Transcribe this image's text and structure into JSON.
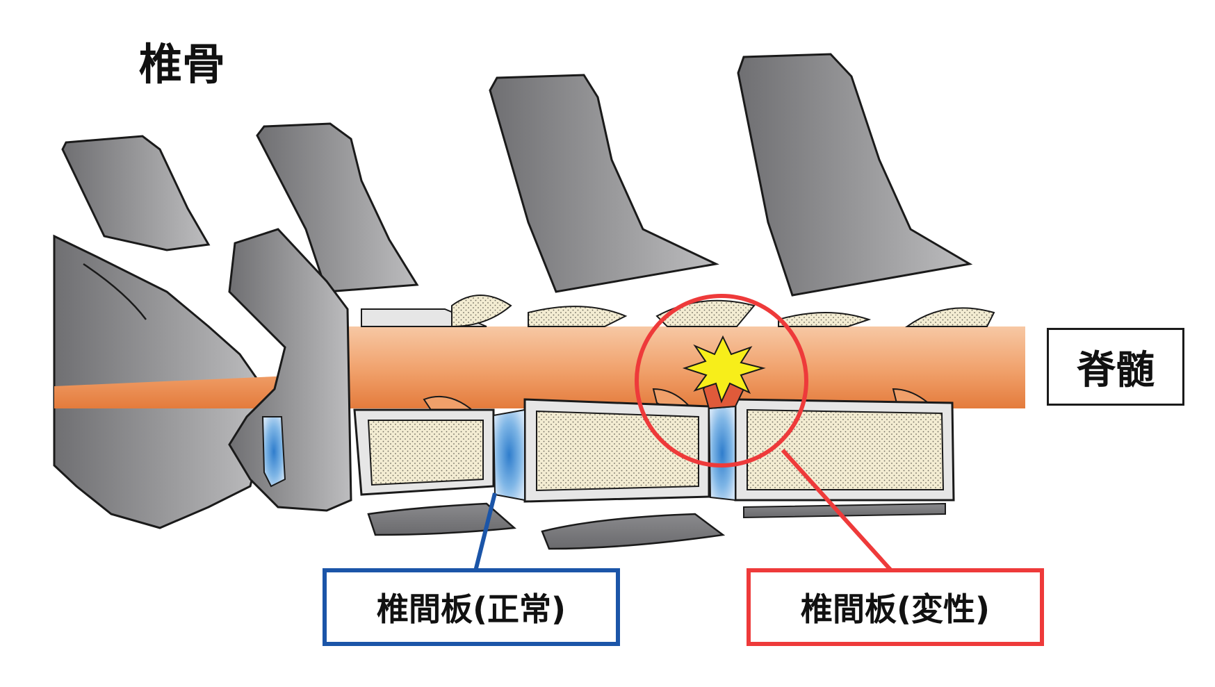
{
  "title": "椎骨",
  "labels": {
    "spinal_cord": "脊髄",
    "disc_normal": "椎間板(正常)",
    "disc_degenerated": "椎間板(変性)"
  },
  "colors": {
    "bone": "#8f8f91",
    "bone_outline": "#1a1a1a",
    "cartilage": "#e6e6e6",
    "cancellous": "#f3ecd2",
    "spinal_cord": "#f0a06a",
    "disc_normal": "#5b9ad8",
    "normal_accent": "#1b55a8",
    "degenerated_accent": "#ee3a3a",
    "pain_burst": "#f7ee1a"
  }
}
